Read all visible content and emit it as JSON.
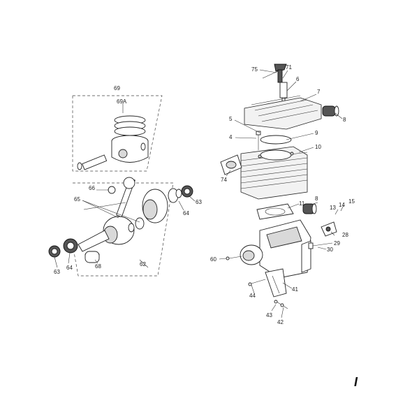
{
  "diagram": {
    "page_marker": "I",
    "labels": {
      "p4": "4",
      "p5": "5",
      "p6": "6",
      "p7": "7",
      "p8a": "8",
      "p8b": "8",
      "p9": "9",
      "p10": "10",
      "p11": "11",
      "p13": "13",
      "p14": "14",
      "p15": "15",
      "p28": "28",
      "p29": "29",
      "p30": "30",
      "p41": "41",
      "p42": "42",
      "p43": "43",
      "p44": "44",
      "p60": "60",
      "p62": "62",
      "p63a": "63",
      "p63b": "63",
      "p64a": "64",
      "p64b": "64",
      "p65": "65",
      "p66": "66",
      "p68": "68",
      "p69": "69",
      "p69a": "69A",
      "p71": "71",
      "p74": "74",
      "p75": "75"
    }
  }
}
